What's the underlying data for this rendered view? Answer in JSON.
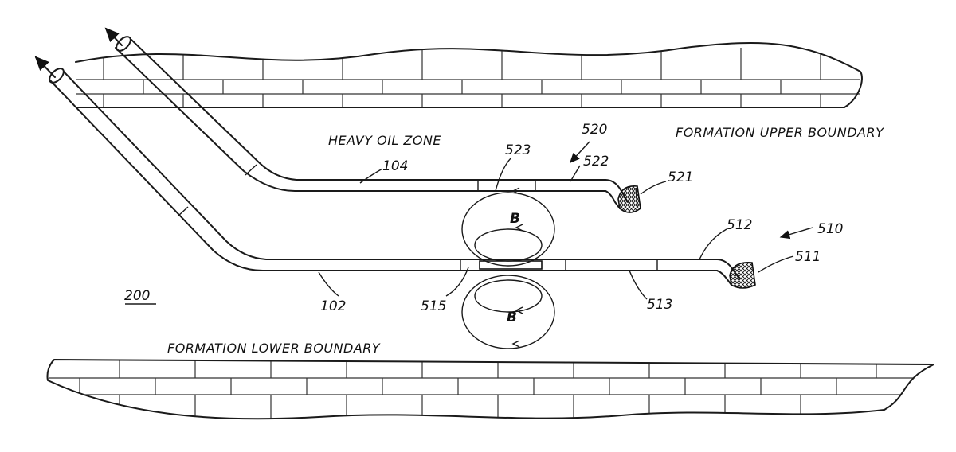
{
  "labels": {
    "heavy_oil_zone": "HEAVY OIL ZONE",
    "formation_upper_boundary": "FORMATION UPPER BOUNDARY",
    "formation_lower_boundary": "FORMATION LOWER BOUNDARY",
    "figure_number": "200",
    "field_b_upper": "B",
    "field_b_lower": "B"
  },
  "refs": {
    "r104": "104",
    "r102": "102",
    "r520": "520",
    "r523": "523",
    "r522": "522",
    "r521": "521",
    "r510": "510",
    "r512": "512",
    "r511": "511",
    "r515": "515",
    "r513": "513"
  }
}
